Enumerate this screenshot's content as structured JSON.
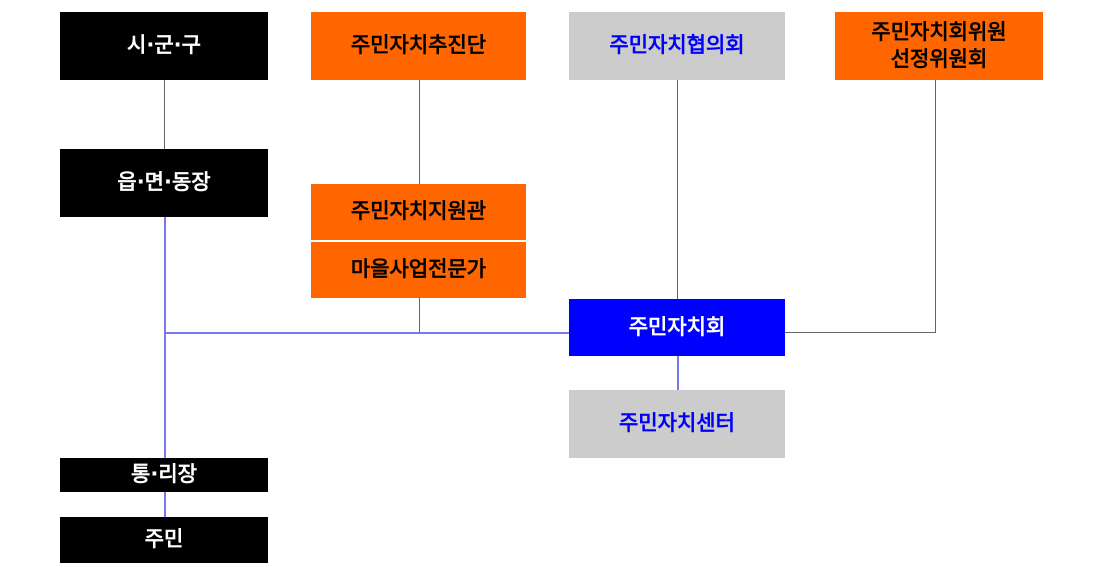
{
  "nodes": {
    "sigungu": "시·군·구",
    "eupmyeondong": "읍·면·동장",
    "tongri": "통·리장",
    "residents": "주민",
    "promotion_team": "주민자치추진단",
    "support_officer": "주민자치지원관",
    "village_expert": "마을사업전문가",
    "council_association": "주민자치협의회",
    "selection_committee": "주민자치회위원\n선정위원회",
    "resident_council": "주민자치회",
    "autonomy_center": "주민자치센터"
  },
  "colors": {
    "black": "#000000",
    "orange": "#ff6600",
    "grey": "#cccccc",
    "blue": "#0000ff"
  }
}
